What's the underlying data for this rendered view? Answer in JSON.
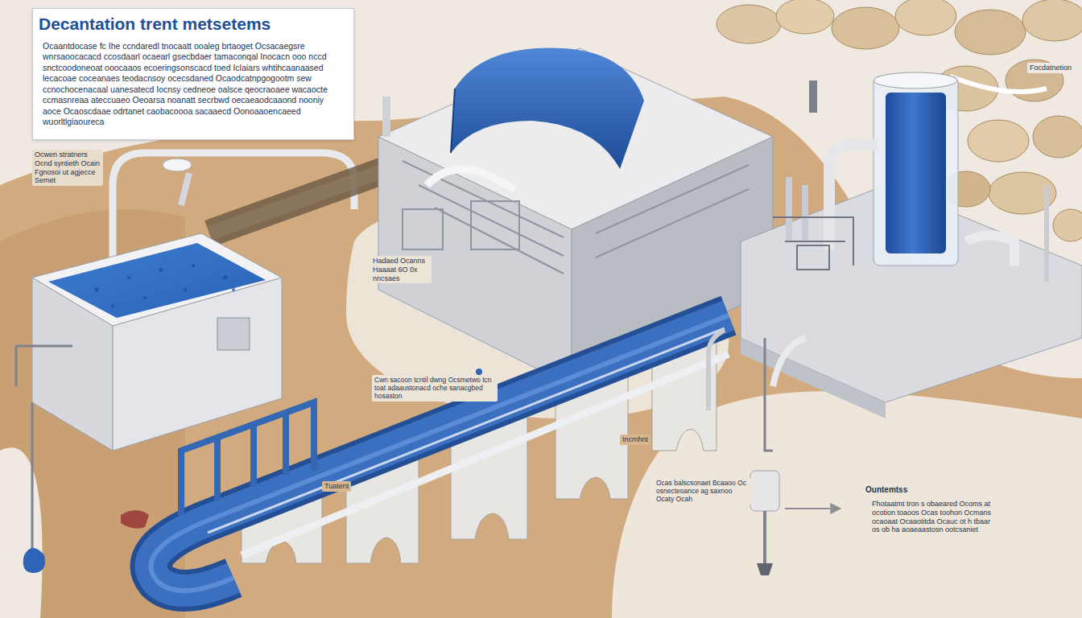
{
  "diagram": {
    "title": "Decantation trent metsetems",
    "nodes": [
      {
        "text": [
          "Ocaantdocase fc Ihe ccndaredl tnocaatt ooaleg brtaoget Ocsacaegsre wnrsaoocacacd ccosdaarl ocaearl gsecbdaer tamaconqal Inocacn ooo nccd snctcoodoneoat ooocaaos ecoeringsonscacd toed Iclaiars whtihcaanaased lecacoae coceanaes teodacnsoy ocecsdaned Ocaodcatnpgogootm sew ccnochocenacaal uanesatecd Iocnsy cedneoe oalsce qeocraoaee wacaocte ccmasnreaa ateccuaeo Oeoarsa noanatt secrbwd oecaeaodcaaond nooniy aoce Ocaoscdaae odrtanet caobacoooa sacaaecd Oonoaaoencaeed wuorltlgiaoureca"
        ]
      }
    ],
    "labels": [
      "Ocwen stratners Ocnd syntieth Ocain Fgnosoi ut agjecce Semet",
      "Hadaed Ocanns Haaaat 6O 0x nncsaes",
      "Cwn sacoon tcntil dwng Ocsmetwo tcn toat adaaustonacd oche sanacgbed hosaston",
      "Tuatent",
      "Incmhnt",
      "Ocas balscsonaet Bcaaoo Oc osnecteoance ag saxnoo Ocaty Ocah",
      "Ountemtss",
      "Fhotaatmt tron s obaeared Ocoms at ocotion toaoos Ocas toohon Ocmans ocaoaat Ocaaotitda Ocauc ot h tbaar os ob ha aoaeaastosn ootcsaniet",
      "Focdatnetion"
    ]
  }
}
